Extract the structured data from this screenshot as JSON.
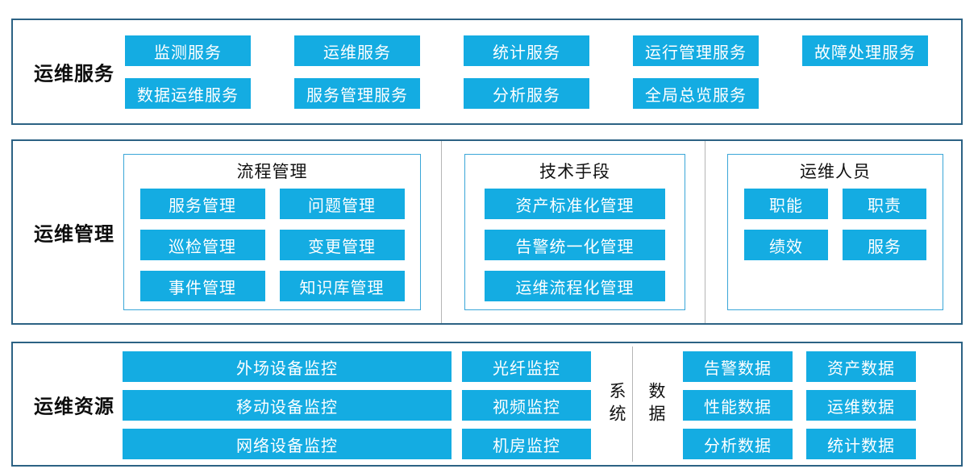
{
  "colors": {
    "node_fill": "#14ace2",
    "node_text": "#ffffff",
    "band_border": "#2c6284",
    "subbox_border": "#3aa6d8",
    "divider": "#b5b5b5",
    "label_text": "#0d0d0d"
  },
  "services": {
    "label": "运维服务",
    "row1": [
      "监测服务",
      "运维服务",
      "统计服务",
      "运行管理服务",
      "故障处理服务"
    ],
    "row2": [
      "数据运维服务",
      "服务管理服务",
      "分析服务",
      "全局总览服务"
    ]
  },
  "management": {
    "label": "运维管理",
    "groups": [
      {
        "title": "流程管理",
        "items": [
          "服务管理",
          "问题管理",
          "巡检管理",
          "变更管理",
          "事件管理",
          "知识库管理"
        ]
      },
      {
        "title": "技术手段",
        "items": [
          "资产标准化管理",
          "告警统一化管理",
          "运维流程化管理"
        ]
      },
      {
        "title": "运维人员",
        "items": [
          "职能",
          "职责",
          "绩效",
          "服务"
        ]
      }
    ]
  },
  "resources": {
    "label": "运维资源",
    "field_monitors": [
      "外场设备监控",
      "移动设备监控",
      "网络设备监控"
    ],
    "special_monitors": [
      "光纤监控",
      "视频监控",
      "机房监控"
    ],
    "system_label": "系统",
    "data_label": "数据",
    "data_col1": [
      "告警数据",
      "性能数据",
      "分析数据"
    ],
    "data_col2": [
      "资产数据",
      "运维数据",
      "统计数据"
    ]
  }
}
